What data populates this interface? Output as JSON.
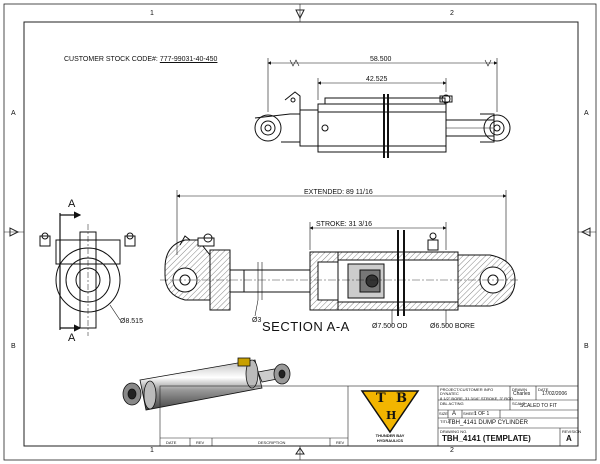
{
  "zones": {
    "top": [
      "1",
      "2"
    ],
    "side": [
      "A",
      "B"
    ]
  },
  "customer": {
    "label": "CUSTOMER STOCK CODE#:",
    "code": "777-99031-40-450"
  },
  "dims": {
    "overall": "58.500",
    "body": "42.525",
    "extended": "EXTENDED: 89 11/16",
    "stroke": "STROKE: 31 3/16",
    "rod_dia": "Ø3",
    "od": "Ø7.500 OD",
    "bore": "Ø6.500 BORE",
    "end_dia": "Ø8.515"
  },
  "section": {
    "title": "SECTION  A-A",
    "cut_label": "A"
  },
  "title_block": {
    "logo_letters": [
      "T",
      "B",
      "H"
    ],
    "logo_sub": "THUNDER BAY\nHYDRAULICS",
    "project_caption": "PROJECT/CUSTOMER INFO",
    "project": "DYNATEC\n8 1/2\" BORE, 31 3/16\" STROKE, 3\" ROD\nDBL ACTING",
    "drawn_caption": "DRAWN",
    "drawn": "Charles",
    "date_caption": "DATE",
    "date": "17/02/2006",
    "scale_caption": "SCALE",
    "scale": "SCALED TO FIT",
    "size_caption": "SIZE",
    "size": "A",
    "sheet_caption": "SHEET",
    "sheet": "1  OF  1",
    "title_caption": "TITLE",
    "title": "TBH_4141 DUMP CYLINDER",
    "dwg_caption": "DRAWING NO.",
    "dwg": "TBH_4141 (TEMPLATE)",
    "rev_caption": "REVISION",
    "rev": "A",
    "rev_table": [
      "DATE",
      "REV",
      "DESCRIPTION",
      "REV"
    ]
  }
}
